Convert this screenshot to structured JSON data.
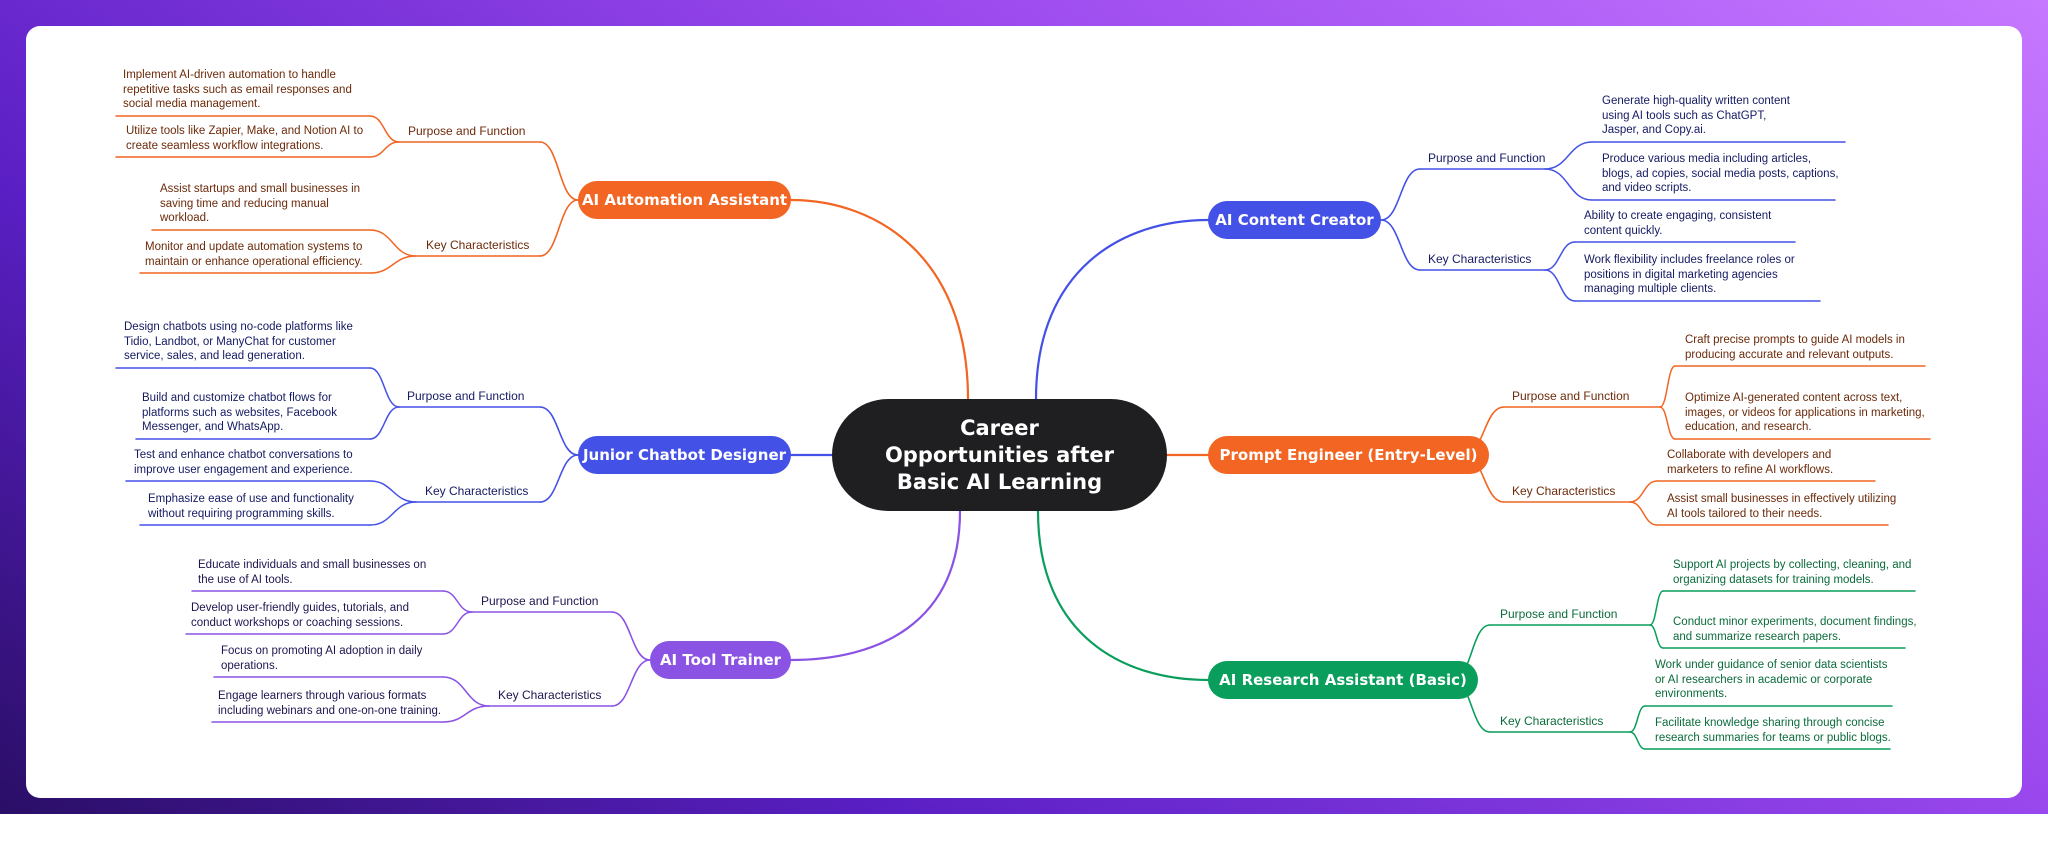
{
  "colors": {
    "orange": "#f26522",
    "blue": "#4451e6",
    "purple": "#8b53e4",
    "green": "#0a9e5c",
    "orange_text": "#6b2a0a",
    "blue_text": "#141a62",
    "purple_text": "#1e1550",
    "green_text": "#0c6b3b"
  },
  "central": {
    "title": "Career\nOpportunities after\nBasic AI Learning"
  },
  "branches": [
    {
      "title": "AI Automation Assistant",
      "color": "orange",
      "groups": [
        {
          "label": "Purpose and Function",
          "items": [
            "Implement AI-driven automation to handle repetitive tasks such as email responses and social media management.",
            "Utilize tools like Zapier, Make, and Notion AI to create seamless workflow integrations."
          ]
        },
        {
          "label": "Key Characteristics",
          "items": [
            "Assist startups and small businesses in saving time and reducing manual workload.",
            "Monitor and update automation systems to maintain or enhance operational efficiency."
          ]
        }
      ]
    },
    {
      "title": "Junior Chatbot Designer",
      "color": "blue",
      "groups": [
        {
          "label": "Purpose and Function",
          "items": [
            "Design chatbots using no-code platforms like Tidio, Landbot, or ManyChat for customer service, sales, and lead generation.",
            "Build and customize chatbot flows for platforms such as websites, Facebook Messenger, and WhatsApp."
          ]
        },
        {
          "label": "Key Characteristics",
          "items": [
            "Test and enhance chatbot conversations to improve user engagement and experience.",
            "Emphasize ease of use and functionality without requiring programming skills."
          ]
        }
      ]
    },
    {
      "title": "AI Tool Trainer",
      "color": "purple",
      "groups": [
        {
          "label": "Purpose and Function",
          "items": [
            "Educate individuals and small businesses on the use of AI tools.",
            "Develop user-friendly guides, tutorials, and conduct workshops or coaching sessions."
          ]
        },
        {
          "label": "Key Characteristics",
          "items": [
            "Focus on promoting AI adoption in daily operations.",
            "Engage learners through various formats including webinars and one-on-one training."
          ]
        }
      ]
    },
    {
      "title": "AI Content Creator",
      "color": "blue",
      "groups": [
        {
          "label": "Purpose and Function",
          "items": [
            "Generate high-quality written content using AI tools such as ChatGPT, Jasper, and Copy.ai.",
            "Produce various media including articles, blogs, ad copies, social media posts, captions, and video scripts."
          ]
        },
        {
          "label": "Key Characteristics",
          "items": [
            "Ability to create engaging, consistent content quickly.",
            "Work flexibility includes freelance roles or positions in digital marketing agencies managing multiple clients."
          ]
        }
      ]
    },
    {
      "title": "Prompt Engineer (Entry-Level)",
      "color": "orange",
      "groups": [
        {
          "label": "Purpose and Function",
          "items": [
            "Craft precise prompts to guide AI models in producing accurate and relevant outputs.",
            "Optimize AI-generated content across text, images, or videos for applications in marketing, education, and research."
          ]
        },
        {
          "label": "Key Characteristics",
          "items": [
            "Collaborate with developers and marketers to refine AI workflows.",
            "Assist small businesses in effectively utilizing AI tools tailored to their needs."
          ]
        }
      ]
    },
    {
      "title": "AI Research Assistant (Basic)",
      "color": "green",
      "groups": [
        {
          "label": "Purpose and Function",
          "items": [
            "Support AI projects by collecting, cleaning, and organizing datasets for training models.",
            "Conduct minor experiments, document findings, and summarize research papers."
          ]
        },
        {
          "label": "Key Characteristics",
          "items": [
            "Work under guidance of senior data scientists or AI researchers in academic or corporate environments.",
            "Facilitate knowledge sharing through concise research summaries for teams or public blogs."
          ]
        }
      ]
    }
  ]
}
